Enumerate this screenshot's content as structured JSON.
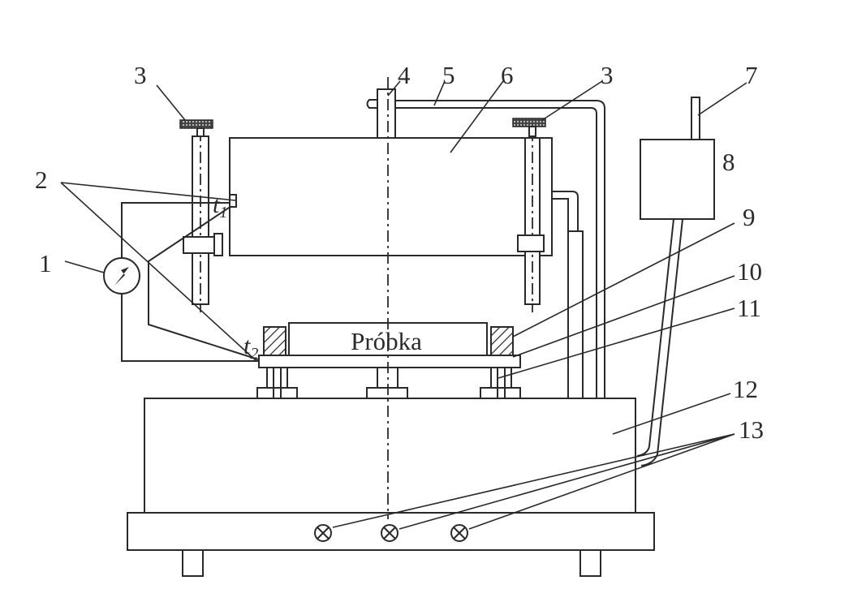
{
  "diagram": {
    "sample_label": "Próbka",
    "thermocouple_1": {
      "symbol": "t",
      "subscript": "1"
    },
    "thermocouple_2": {
      "symbol": "t",
      "subscript": "2"
    },
    "callouts": {
      "c1": "1",
      "c2": "2",
      "c3_left": "3",
      "c3_right": "3",
      "c4": "4",
      "c5": "5",
      "c6": "6",
      "c7": "7",
      "c8": "8",
      "c9": "9",
      "c10": "10",
      "c11": "11",
      "c12": "12",
      "c13": "13"
    },
    "colors": {
      "ink": "#2a2a2a",
      "background": "#ffffff"
    }
  }
}
